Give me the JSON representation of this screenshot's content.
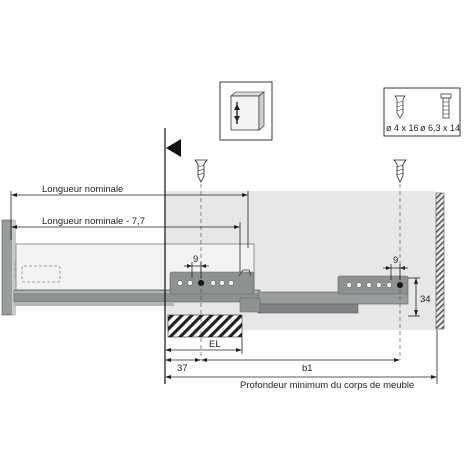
{
  "labels": {
    "nominal_length": "Longueur nominale",
    "nominal_length_minus": "Longueur nominale - 7,7",
    "min_cabinet_depth": "Profondeur minimum du corps de meuble"
  },
  "dimensions": {
    "d9_left": "9",
    "d9_right": "9",
    "d34": "34",
    "d37": "37",
    "el": "EL",
    "b1": "b1"
  },
  "screws": {
    "left": "ø 4 x 16",
    "right": "ø 6,3 x 14"
  },
  "colors": {
    "panel": "#e7e8e6",
    "rail": "#8e9192",
    "rail_dark": "#5d6061",
    "line": "#222222"
  }
}
